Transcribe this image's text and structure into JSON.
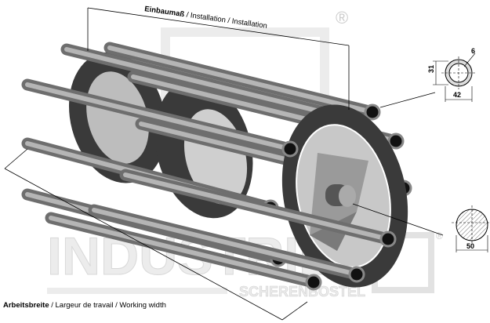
{
  "dimensions": {
    "installation": {
      "bold": "Einbaumaß",
      "rest": " / Installation / Installation"
    },
    "working_width": {
      "bold": "Arbeitsbreite",
      "rest": " / Largeur de travail / Working width"
    }
  },
  "tube_section": {
    "height": "31",
    "width": "42",
    "wall": "6"
  },
  "shaft_section": {
    "diameter": "50"
  },
  "watermark": {
    "brand": "INDUSTRIE",
    "sub": "SCHERENBOSTEL",
    "registered": "®"
  },
  "colors": {
    "disc": "#3a3a3a",
    "rod": "#8a8a8a",
    "rod_end": "#111111",
    "watermark": "#e6e6e6"
  }
}
